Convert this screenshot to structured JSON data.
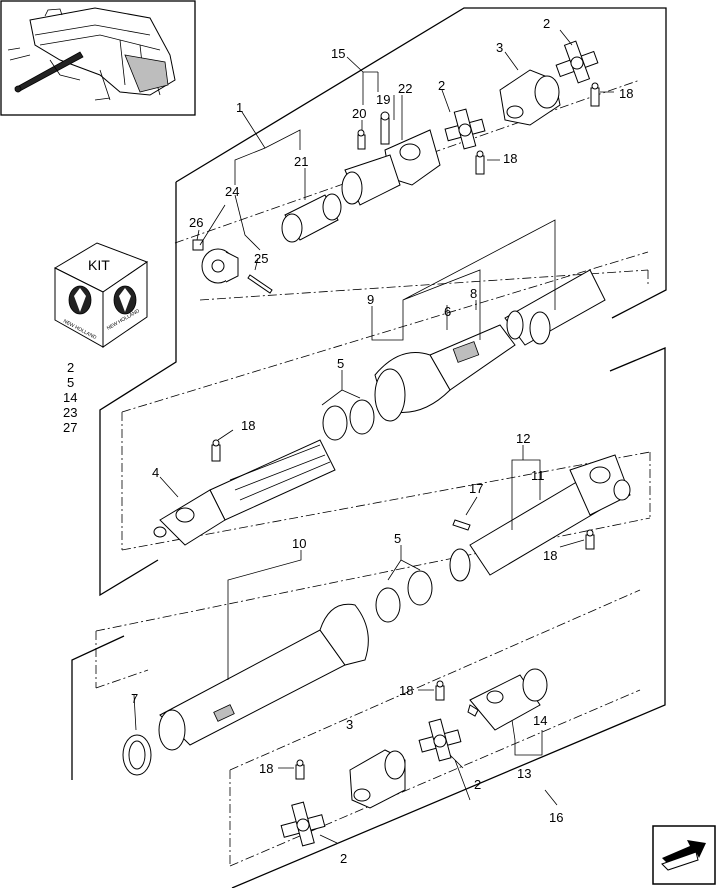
{
  "kit": {
    "title": "KIT",
    "logo_text": "NEW HOLLAND",
    "items": [
      "2",
      "5",
      "14",
      "23",
      "27"
    ]
  },
  "callouts": {
    "c1": "1",
    "c2a": "2",
    "c2b": "2",
    "c2c": "2",
    "c2d": "2",
    "c3a": "3",
    "c3b": "3",
    "c4": "4",
    "c5a": "5",
    "c5b": "5",
    "c6": "6",
    "c7": "7",
    "c8": "8",
    "c9": "9",
    "c10": "10",
    "c11": "11",
    "c12": "12",
    "c13": "13",
    "c14": "14",
    "c15": "15",
    "c16": "16",
    "c17": "17",
    "c18a": "18",
    "c18b": "18",
    "c18c": "18",
    "c18d": "18",
    "c18e": "18",
    "c18f": "18",
    "c19": "19",
    "c20": "20",
    "c21": "21",
    "c22": "22",
    "c24": "24",
    "c25": "25",
    "c26": "26"
  },
  "icons": {
    "nav": "next-page-arrow-icon",
    "inset": "tractor-location-inset"
  },
  "colors": {
    "line": "#000000",
    "shade": "#bdbdbd",
    "background": "#ffffff"
  }
}
